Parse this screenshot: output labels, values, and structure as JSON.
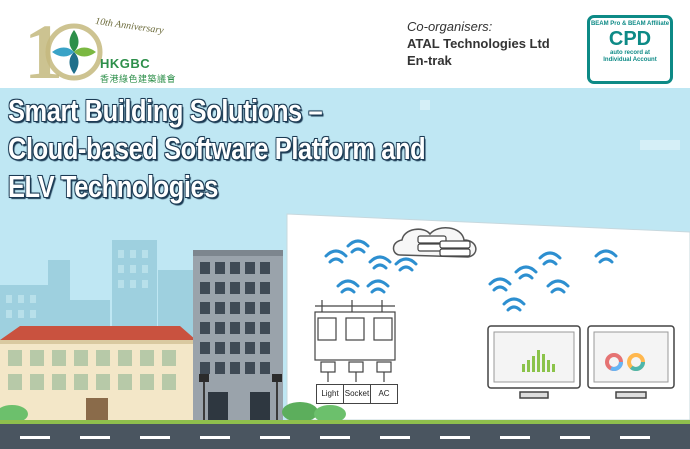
{
  "header": {
    "anniversary": "10th Anniversary",
    "logo_name": "HKGBC",
    "logo_name_zh": "香港綠色建築議會",
    "coorganisers_label": "Co-organisers:",
    "coorganisers": [
      "ATAL Technologies Ltd",
      "En-trak"
    ],
    "cpd": {
      "top_text": "BEAM Pro & BEAM Affiliate",
      "badge": "CPD",
      "bottom_line1": "auto record at",
      "bottom_line2": "Individual Account"
    }
  },
  "title": {
    "line1": "Smart Building Solutions –",
    "line2": "Cloud-based Software Platform and",
    "line3": "ELV Technologies"
  },
  "diagram": {
    "device_labels": [
      "Light",
      "Socket",
      "AC"
    ]
  },
  "colors": {
    "sky": "#bfe7f3",
    "brand_green": "#2d8f4a",
    "cpd_teal": "#0d8a86",
    "wifi_blue": "#2d8fd0",
    "roof_red": "#c9523f"
  },
  "icons": [
    "logo-icon",
    "cloud-server-icon",
    "wifi-icon",
    "computer-icon",
    "street-lamp-icon",
    "tree-icon"
  ]
}
